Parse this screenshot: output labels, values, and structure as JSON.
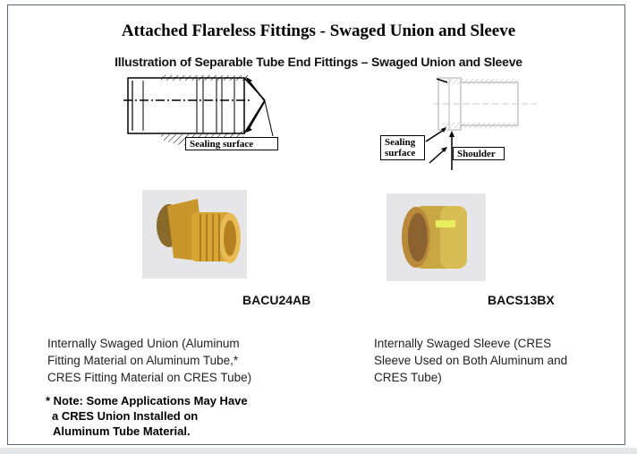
{
  "title": "Attached Flareless Fittings - Swaged Union and Sleeve",
  "subtitle": "Illustration of Separable Tube End Fittings – Swaged Union and Sleeve",
  "left_diagram": {
    "label": "Sealing surface"
  },
  "right_diagram": {
    "sealing_label_line1": "Sealing",
    "sealing_label_line2": "surface",
    "shoulder_label": "Shoulder"
  },
  "union": {
    "part_number": "BACU24AB",
    "description": [
      "Internally Swaged Union (Aluminum",
      "Fitting Material on Aluminum Tube,*",
      "CRES Fitting Material on CRES Tube)"
    ],
    "note": [
      "* Note: Some Applications May Have",
      "a CRES Union Installed on",
      "Aluminum Tube Material."
    ]
  },
  "sleeve": {
    "part_number": "BACS13BX",
    "description": [
      "Internally Swaged Sleeve (CRES",
      "Sleeve Used on Both Aluminum and",
      "CRES Tube)"
    ]
  },
  "colors": {
    "brass": "#c8962a",
    "frame": "#5a6b7a"
  }
}
